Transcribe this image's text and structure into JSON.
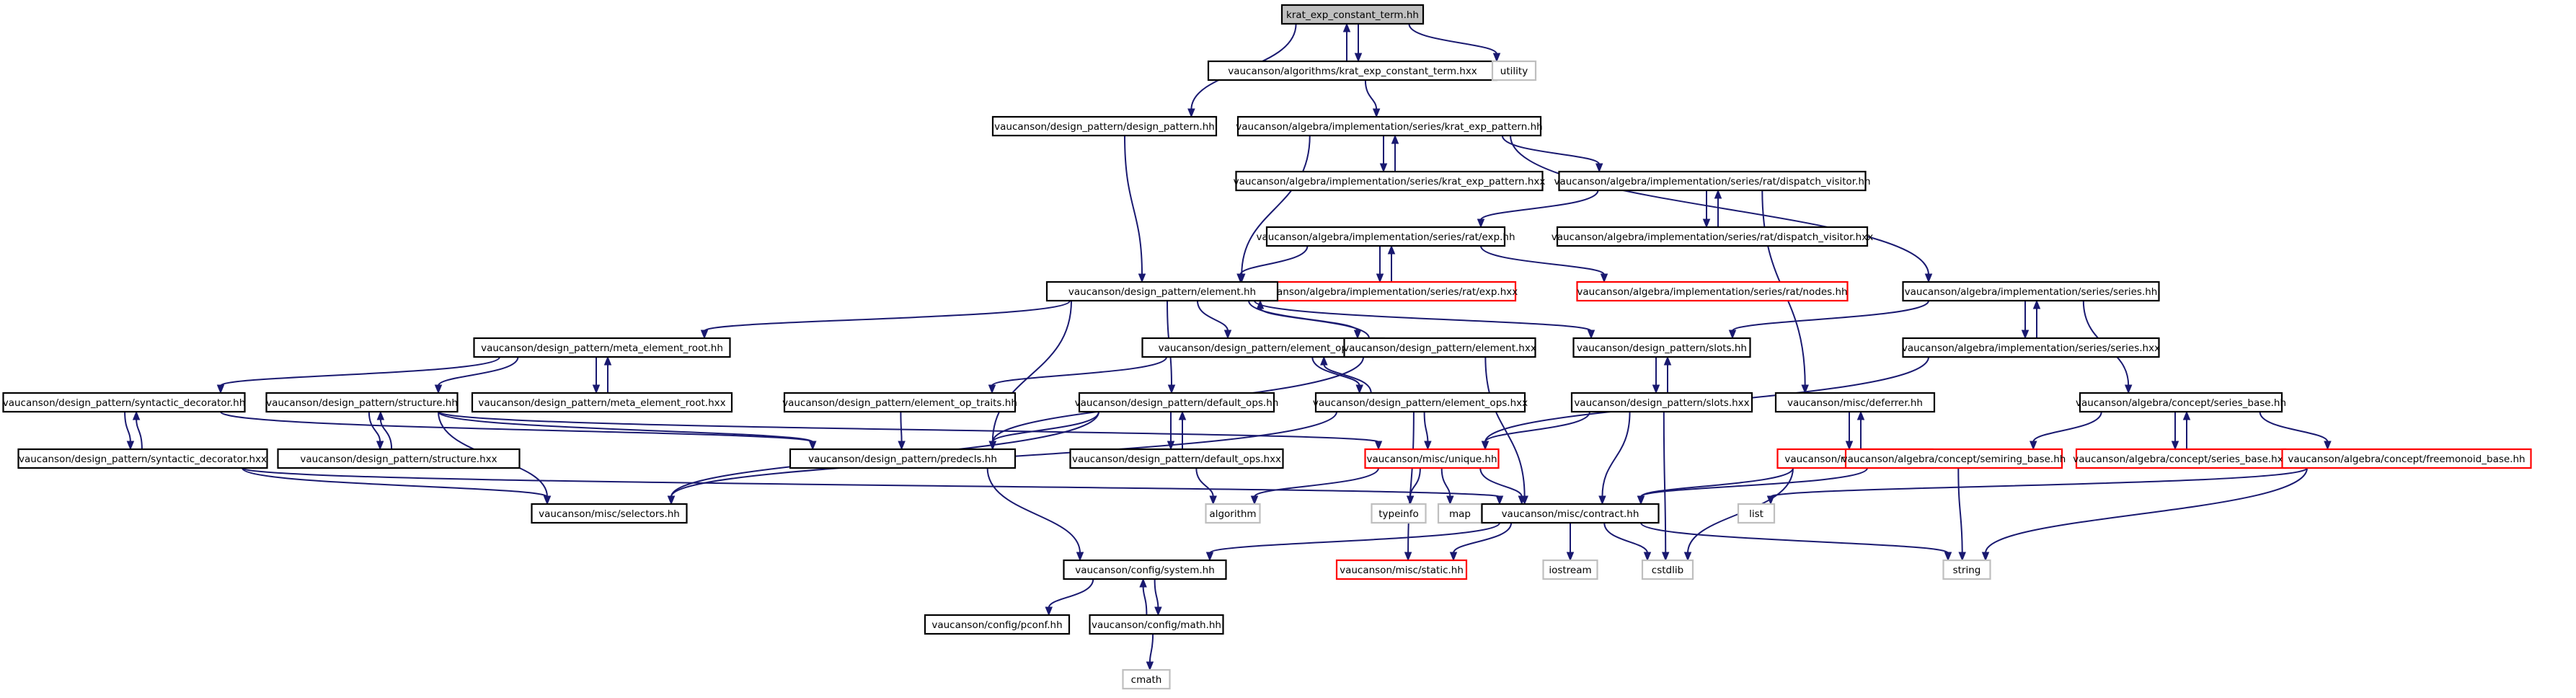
{
  "graph": {
    "nodes": [
      {
        "id": "root",
        "label": "krat_exp_constant_term.hh",
        "kind": "root"
      },
      {
        "id": "ket_hxx",
        "label": "vaucanson/algorithms/krat_exp_constant_term.hxx",
        "kind": "normal"
      },
      {
        "id": "utility",
        "label": "utility",
        "kind": "system"
      },
      {
        "id": "dp_hh",
        "label": "vaucanson/design_pattern/design_pattern.hh",
        "kind": "normal"
      },
      {
        "id": "kep_hh",
        "label": "vaucanson/algebra/implementation/series/krat_exp_pattern.hh",
        "kind": "normal"
      },
      {
        "id": "kep_hxx",
        "label": "vaucanson/algebra/implementation/series/krat_exp_pattern.hxx",
        "kind": "normal"
      },
      {
        "id": "dv_hh",
        "label": "vaucanson/algebra/implementation/series/rat/dispatch_visitor.hh",
        "kind": "normal"
      },
      {
        "id": "exp_hh",
        "label": "vaucanson/algebra/implementation/series/rat/exp.hh",
        "kind": "normal"
      },
      {
        "id": "dv_hxx",
        "label": "vaucanson/algebra/implementation/series/rat/dispatch_visitor.hxx",
        "kind": "normal"
      },
      {
        "id": "exp_hxx",
        "label": "vaucanson/algebra/implementation/series/rat/exp.hxx",
        "kind": "missing"
      },
      {
        "id": "nodes_hh",
        "label": "vaucanson/algebra/implementation/series/rat/nodes.hh",
        "kind": "missing"
      },
      {
        "id": "el_hh",
        "label": "vaucanson/design_pattern/element.hh",
        "kind": "normal"
      },
      {
        "id": "series_hh",
        "label": "vaucanson/algebra/implementation/series/series.hh",
        "kind": "normal"
      },
      {
        "id": "mer_hh",
        "label": "vaucanson/design_pattern/meta_element_root.hh",
        "kind": "normal"
      },
      {
        "id": "elops_hh",
        "label": "vaucanson/design_pattern/element_ops.hh",
        "kind": "normal"
      },
      {
        "id": "el_hxx",
        "label": "vaucanson/design_pattern/element.hxx",
        "kind": "normal"
      },
      {
        "id": "slots_hh",
        "label": "vaucanson/design_pattern/slots.hh",
        "kind": "normal"
      },
      {
        "id": "series_hxx",
        "label": "vaucanson/algebra/implementation/series/series.hxx",
        "kind": "normal"
      },
      {
        "id": "sd_hh",
        "label": "vaucanson/design_pattern/syntactic_decorator.hh",
        "kind": "normal"
      },
      {
        "id": "struct_hh",
        "label": "vaucanson/design_pattern/structure.hh",
        "kind": "normal"
      },
      {
        "id": "mer_hxx",
        "label": "vaucanson/design_pattern/meta_element_root.hxx",
        "kind": "normal"
      },
      {
        "id": "eot_hh",
        "label": "vaucanson/design_pattern/element_op_traits.hh",
        "kind": "normal"
      },
      {
        "id": "dops_hh",
        "label": "vaucanson/design_pattern/default_ops.hh",
        "kind": "normal"
      },
      {
        "id": "elops_hxx",
        "label": "vaucanson/design_pattern/element_ops.hxx",
        "kind": "normal"
      },
      {
        "id": "slots_hxx",
        "label": "vaucanson/design_pattern/slots.hxx",
        "kind": "normal"
      },
      {
        "id": "deferrer_hh",
        "label": "vaucanson/misc/deferrer.hh",
        "kind": "normal"
      },
      {
        "id": "sb_hh",
        "label": "vaucanson/algebra/concept/series_base.hh",
        "kind": "normal"
      },
      {
        "id": "sd_hxx",
        "label": "vaucanson/design_pattern/syntactic_decorator.hxx",
        "kind": "normal"
      },
      {
        "id": "struct_hxx",
        "label": "vaucanson/design_pattern/structure.hxx",
        "kind": "normal"
      },
      {
        "id": "predecls",
        "label": "vaucanson/design_pattern/predecls.hh",
        "kind": "normal"
      },
      {
        "id": "dops_hxx",
        "label": "vaucanson/design_pattern/default_ops.hxx",
        "kind": "normal"
      },
      {
        "id": "unique_hh",
        "label": "vaucanson/misc/unique.hh",
        "kind": "missing"
      },
      {
        "id": "deferrer_hxx",
        "label": "vaucanson/misc/deferrer.hxx",
        "kind": "missing"
      },
      {
        "id": "semiring_hh",
        "label": "vaucanson/algebra/concept/semiring_base.hh",
        "kind": "missing"
      },
      {
        "id": "sb_hxx",
        "label": "vaucanson/algebra/concept/series_base.hxx",
        "kind": "missing"
      },
      {
        "id": "fm_hh",
        "label": "vaucanson/algebra/concept/freemonoid_base.hh",
        "kind": "missing"
      },
      {
        "id": "selectors",
        "label": "vaucanson/misc/selectors.hh",
        "kind": "normal"
      },
      {
        "id": "algorithm",
        "label": "algorithm",
        "kind": "system"
      },
      {
        "id": "typeinfo",
        "label": "typeinfo",
        "kind": "system"
      },
      {
        "id": "map",
        "label": "map",
        "kind": "system"
      },
      {
        "id": "contract",
        "label": "vaucanson/misc/contract.hh",
        "kind": "normal"
      },
      {
        "id": "list",
        "label": "list",
        "kind": "system"
      },
      {
        "id": "system_hh",
        "label": "vaucanson/config/system.hh",
        "kind": "normal"
      },
      {
        "id": "static_hh",
        "label": "vaucanson/misc/static.hh",
        "kind": "missing"
      },
      {
        "id": "iostream",
        "label": "iostream",
        "kind": "system"
      },
      {
        "id": "cstdlib",
        "label": "cstdlib",
        "kind": "system"
      },
      {
        "id": "string",
        "label": "string",
        "kind": "system"
      },
      {
        "id": "pconf",
        "label": "vaucanson/config/pconf.hh",
        "kind": "normal"
      },
      {
        "id": "math_hh",
        "label": "vaucanson/config/math.hh",
        "kind": "normal"
      },
      {
        "id": "cmath",
        "label": "cmath",
        "kind": "system"
      }
    ],
    "edges": [
      [
        "root",
        "ket_hxx"
      ],
      [
        "ket_hxx",
        "root"
      ],
      [
        "root",
        "utility"
      ],
      [
        "root",
        "dp_hh"
      ],
      [
        "ket_hxx",
        "kep_hh"
      ],
      [
        "kep_hh",
        "kep_hxx"
      ],
      [
        "kep_hxx",
        "kep_hh"
      ],
      [
        "kep_hh",
        "dv_hh"
      ],
      [
        "kep_hh",
        "el_hh"
      ],
      [
        "kep_hh",
        "series_hh"
      ],
      [
        "dp_hh",
        "el_hh"
      ],
      [
        "dv_hh",
        "dv_hxx"
      ],
      [
        "dv_hxx",
        "dv_hh"
      ],
      [
        "dv_hh",
        "exp_hh"
      ],
      [
        "dv_hh",
        "deferrer_hh"
      ],
      [
        "exp_hh",
        "exp_hxx"
      ],
      [
        "exp_hxx",
        "exp_hh"
      ],
      [
        "exp_hh",
        "nodes_hh"
      ],
      [
        "exp_hh",
        "el_hh"
      ],
      [
        "el_hh",
        "mer_hh"
      ],
      [
        "el_hh",
        "elops_hh"
      ],
      [
        "el_hh",
        "el_hxx"
      ],
      [
        "el_hxx",
        "el_hh"
      ],
      [
        "el_hh",
        "slots_hh"
      ],
      [
        "el_hh",
        "predecls"
      ],
      [
        "el_hh",
        "dops_hh"
      ],
      [
        "series_hh",
        "series_hxx"
      ],
      [
        "series_hxx",
        "series_hh"
      ],
      [
        "series_hh",
        "slots_hh"
      ],
      [
        "series_hh",
        "sb_hh"
      ],
      [
        "series_hxx",
        "unique_hh"
      ],
      [
        "mer_hh",
        "mer_hxx"
      ],
      [
        "mer_hxx",
        "mer_hh"
      ],
      [
        "mer_hh",
        "sd_hh"
      ],
      [
        "mer_hh",
        "struct_hh"
      ],
      [
        "sd_hh",
        "sd_hxx"
      ],
      [
        "sd_hxx",
        "sd_hh"
      ],
      [
        "sd_hh",
        "predecls"
      ],
      [
        "sd_hxx",
        "selectors"
      ],
      [
        "sd_hxx",
        "contract"
      ],
      [
        "struct_hh",
        "struct_hxx"
      ],
      [
        "struct_hxx",
        "struct_hh"
      ],
      [
        "struct_hh",
        "predecls"
      ],
      [
        "struct_hh",
        "selectors"
      ],
      [
        "struct_hh",
        "unique_hh"
      ],
      [
        "elops_hh",
        "eot_hh"
      ],
      [
        "elops_hh",
        "elops_hxx"
      ],
      [
        "elops_hxx",
        "elops_hh"
      ],
      [
        "eot_hh",
        "predecls"
      ],
      [
        "elops_hxx",
        "unique_hh"
      ],
      [
        "elops_hxx",
        "selectors"
      ],
      [
        "elops_hxx",
        "static_hh"
      ],
      [
        "el_hxx",
        "contract"
      ],
      [
        "el_hxx",
        "predecls"
      ],
      [
        "dops_hh",
        "dops_hxx"
      ],
      [
        "dops_hxx",
        "dops_hh"
      ],
      [
        "dops_hh",
        "predecls"
      ],
      [
        "dops_hh",
        "selectors"
      ],
      [
        "dops_hxx",
        "algorithm"
      ],
      [
        "slots_hh",
        "slots_hxx"
      ],
      [
        "slots_hxx",
        "slots_hh"
      ],
      [
        "slots_hxx",
        "unique_hh"
      ],
      [
        "slots_hxx",
        "contract"
      ],
      [
        "slots_hxx",
        "cstdlib"
      ],
      [
        "deferrer_hh",
        "deferrer_hxx"
      ],
      [
        "deferrer_hxx",
        "deferrer_hh"
      ],
      [
        "deferrer_hxx",
        "contract"
      ],
      [
        "deferrer_hxx",
        "cstdlib"
      ],
      [
        "sb_hh",
        "sb_hxx"
      ],
      [
        "sb_hxx",
        "sb_hh"
      ],
      [
        "sb_hh",
        "semiring_hh"
      ],
      [
        "sb_hh",
        "fm_hh"
      ],
      [
        "semiring_hh",
        "contract"
      ],
      [
        "semiring_hh",
        "string"
      ],
      [
        "fm_hh",
        "list"
      ],
      [
        "fm_hh",
        "string"
      ],
      [
        "predecls",
        "system_hh"
      ],
      [
        "unique_hh",
        "typeinfo"
      ],
      [
        "unique_hh",
        "map"
      ],
      [
        "unique_hh",
        "contract"
      ],
      [
        "unique_hh",
        "algorithm"
      ],
      [
        "contract",
        "system_hh"
      ],
      [
        "contract",
        "static_hh"
      ],
      [
        "contract",
        "iostream"
      ],
      [
        "contract",
        "cstdlib"
      ],
      [
        "contract",
        "string"
      ],
      [
        "system_hh",
        "pconf"
      ],
      [
        "system_hh",
        "math_hh"
      ],
      [
        "math_hh",
        "system_hh"
      ],
      [
        "math_hh",
        "cmath"
      ]
    ]
  }
}
